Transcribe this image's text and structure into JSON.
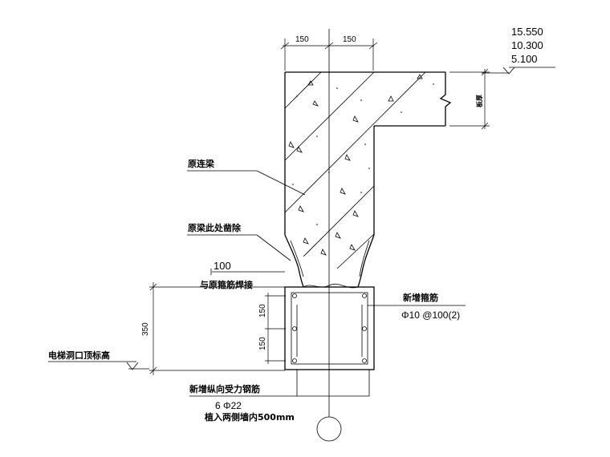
{
  "dimensions": {
    "top_left": "150",
    "top_right": "150",
    "height_total": "350",
    "height_upper": "150",
    "height_lower": "150",
    "offset_100": "100"
  },
  "elevations": [
    "15.550",
    "10.300",
    "5.100"
  ],
  "labels": {
    "original_beam": "原连梁",
    "beam_removed": "原梁此处凿除",
    "weld_to_original": "与原箍筋焊接",
    "new_stirrup": "新增箍筋",
    "stirrup_spec": "Φ10 @100(2)",
    "elevator_top": "电梯洞口顶标高",
    "new_long_rebar": "新增纵向受力钢筋",
    "rebar_spec": "6 Φ22",
    "anchor_note": "植入两侧墙内500mm",
    "slab_mark": "板厚"
  }
}
